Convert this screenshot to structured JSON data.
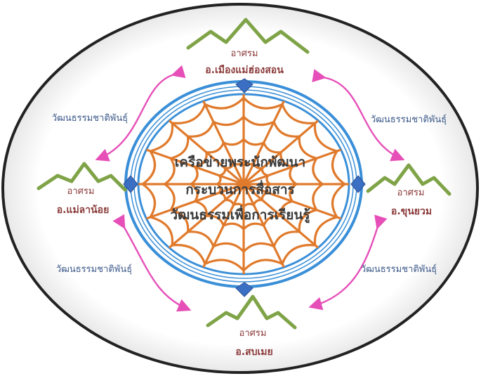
{
  "center": {
    "line1": "เครือข่ายพระนักพัฒนา",
    "line2": "กระบวนการสื่อสาร",
    "line3": "วัฒนธรรมเพื่อการเรียนรู้"
  },
  "nodes": {
    "top": {
      "ashram": "อาศรม",
      "district": "อ.เมืองแม่ฮ่องสอน"
    },
    "left": {
      "ashram": "อาศรม",
      "district": "อ.แม่ลาน้อย"
    },
    "right": {
      "ashram": "อาศรม",
      "district": "อ.ขุนยวม"
    },
    "bottom": {
      "ashram": "อาศรม",
      "district": "อ.สบเมย"
    }
  },
  "links": {
    "top_left": "วัฒนธรรมชาติพันธุ์",
    "top_right": "วัฒนธรรมชาติพันธุ์",
    "bottom_left": "วัฒนธรรมชาติพันธุ์",
    "bottom_right": "วัฒนธรรมชาติพันธุ์"
  },
  "colors": {
    "web": "#e07a2c",
    "ring": "#3a8fd8",
    "arrow": "#e64fb8",
    "mountain": "#7fa347",
    "diamond": "#3b6fc4",
    "text_red": "#8b3a3a",
    "text_blue": "#3d5a8a"
  },
  "icons": [
    "spider-web-icon",
    "mountain-icon",
    "diamond-connector-icon",
    "curved-double-arrow-icon"
  ]
}
